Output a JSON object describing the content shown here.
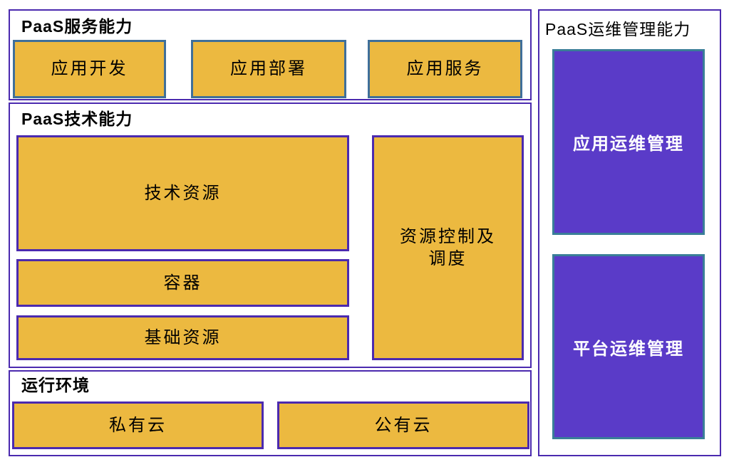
{
  "diagram": {
    "type": "architecture-block-diagram",
    "sections": {
      "service": {
        "title": "PaaS服务能力",
        "items": [
          "应用开发",
          "应用部署",
          "应用服务"
        ]
      },
      "tech": {
        "title": "PaaS技术能力",
        "left_items": [
          "技术资源",
          "容器",
          "基础资源"
        ],
        "right_item": "资源控制及调度"
      },
      "runtime": {
        "title": "运行环境",
        "items": [
          "私有云",
          "公有云"
        ]
      },
      "ops": {
        "title": "PaaS运维管理能力",
        "items": [
          "应用运维管理",
          "平台运维管理"
        ]
      }
    },
    "colors": {
      "container_border": "#4B2AAF",
      "orange_box_fill": "#ECB940",
      "orange_box_border_blue": "#3F6F9A",
      "orange_box_border_purple": "#4B2AAF",
      "purple_box_fill": "#5A3BC8",
      "purple_box_border": "#3A7E98",
      "title_text": "#000000",
      "purple_box_text": "#FFFFFF"
    }
  }
}
